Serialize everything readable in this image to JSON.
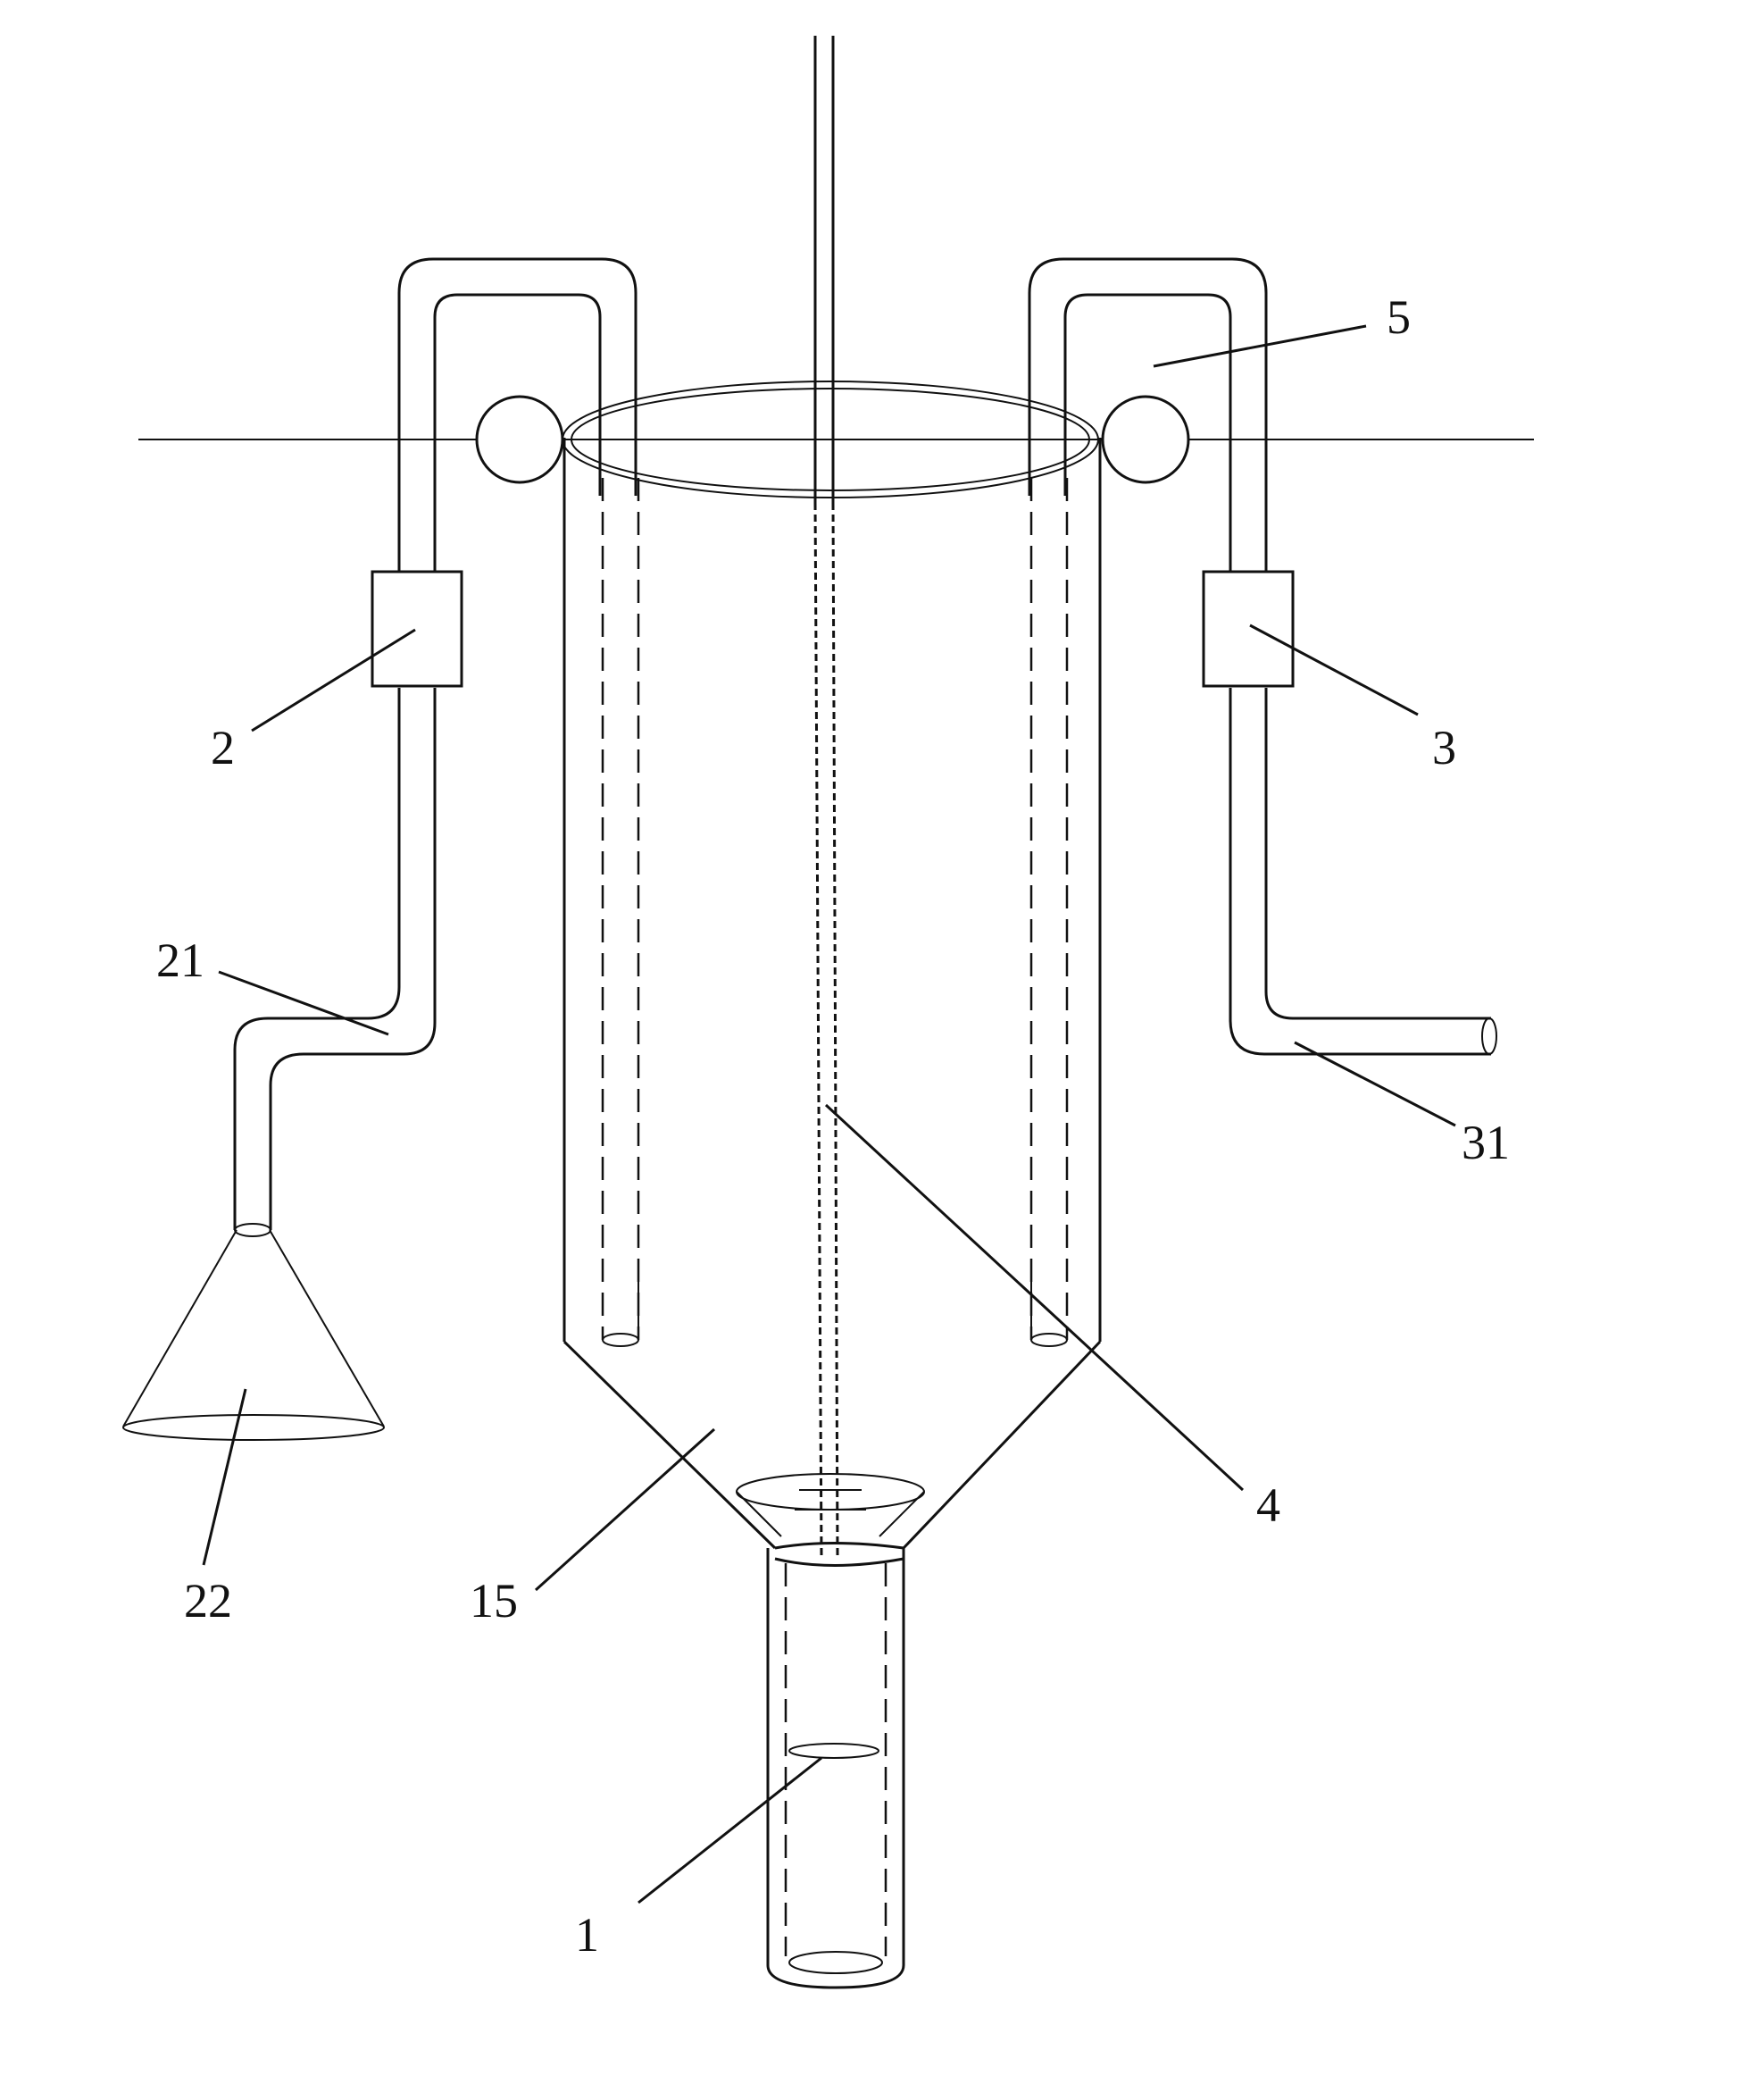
{
  "labels": {
    "l1": "1",
    "l2": "2",
    "l3": "3",
    "l4": "4",
    "l5": "5",
    "l15": "15",
    "l21": "21",
    "l22": "22",
    "l31": "31"
  }
}
